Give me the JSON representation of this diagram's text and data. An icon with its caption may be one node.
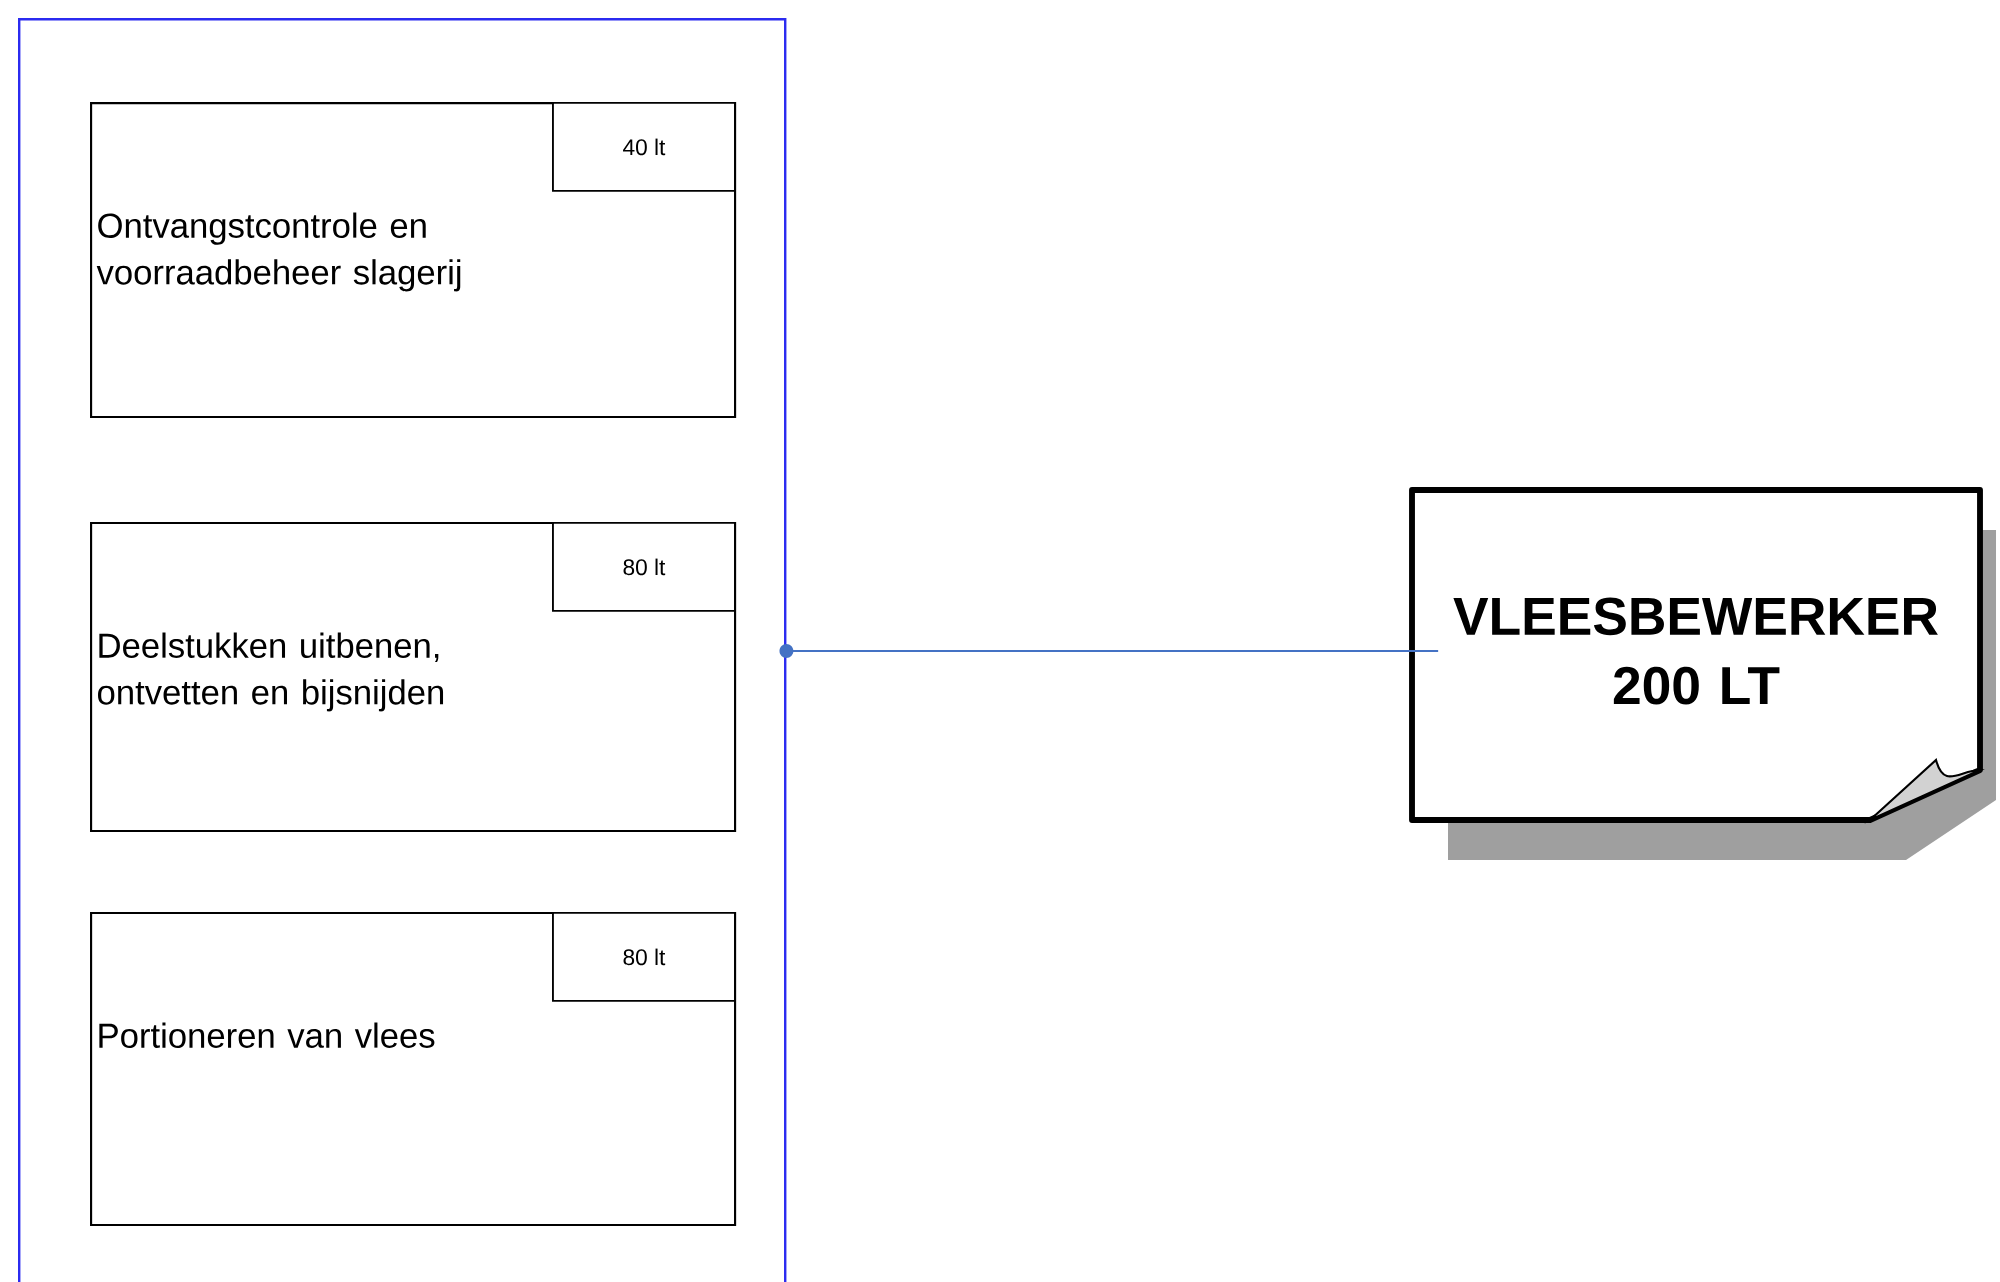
{
  "diagram": {
    "nodes": [
      {
        "text": [],
        "shape": "box"
      },
      {
        "text": [
          "Ontvangstcontrole en voorraadbeheer slagerij"
        ],
        "in": 0
      },
      {
        "text": [
          "40 lt"
        ],
        "in": 1
      },
      {
        "text": [
          "Deelstukken uitbenen, ontvetten en bijsnijden"
        ],
        "in": 0
      },
      {
        "text": [
          "80 lt"
        ],
        "in": 3
      },
      {
        "text": [
          "Portioneren van vlees"
        ],
        "in": 0
      },
      {
        "text": [
          "80 lt"
        ],
        "in": 5
      },
      {
        "text": [
          "VLEESBEWERKER 200 LT"
        ]
      }
    ],
    "edges": [
      {
        "from": 0,
        "to": 7,
        "arrow": "other"
      }
    ]
  }
}
